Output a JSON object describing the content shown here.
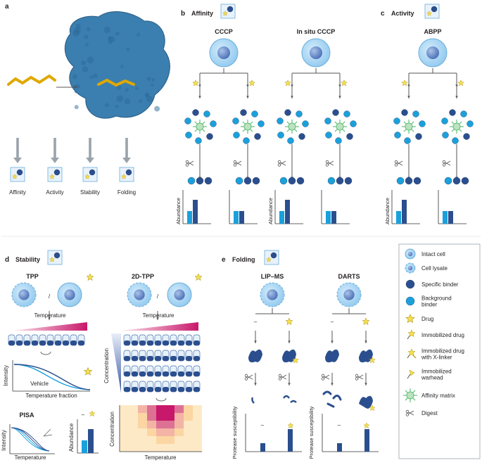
{
  "panels": {
    "a": {
      "letter": "a",
      "methods": [
        "Affinity",
        "Activity",
        "Stability",
        "Folding"
      ]
    },
    "b": {
      "letter": "b",
      "title": "Affinity",
      "methods": [
        "CCCP",
        "In situ CCCP"
      ],
      "axis_label": "Abundance"
    },
    "c": {
      "letter": "c",
      "title": "Activity",
      "methods": [
        "ABPP"
      ],
      "axis_label": "Abundance"
    },
    "d": {
      "letter": "d",
      "title": "Stability",
      "tpp": {
        "title": "TPP",
        "slash": "/",
        "temperature": "Temperature",
        "intensity": "Intensity",
        "vehicle": "Vehicle",
        "xlabel": "Temperature fraction"
      },
      "tpp2d": {
        "title": "2D-TPP",
        "slash": "/",
        "temperature": "Temperature",
        "concentration": "Concentration",
        "heat_y": "Concentration",
        "heat_x": "Temperature"
      },
      "pisa": {
        "title": "PISA",
        "intensity": "Intensity",
        "xlabel": "Temperature",
        "abundance": "Abundance",
        "minus": "–"
      }
    },
    "e": {
      "letter": "e",
      "title": "Folding",
      "methods": [
        "LIP–MS",
        "DARTS"
      ],
      "minus": "–",
      "ylabel": "Protease susceptibility"
    }
  },
  "legend": {
    "items": [
      {
        "key": "intact_cell",
        "label": "Intact cell"
      },
      {
        "key": "cell_lysate",
        "label": "Cell lysate"
      },
      {
        "key": "specific_binder",
        "label": "Specific binder"
      },
      {
        "key": "background_binder",
        "label": "Background binder"
      },
      {
        "key": "drug",
        "label": "Drug"
      },
      {
        "key": "immobilized_drug",
        "label": "Immobilized drug"
      },
      {
        "key": "immobilized_drug_xlinker",
        "label": "Immobilized drug with X-linker"
      },
      {
        "key": "immobilized_warhead",
        "label": "Immobilized warhead"
      },
      {
        "key": "affinity_matrix",
        "label": "Affinity matrix"
      },
      {
        "key": "digest",
        "label": "Digest"
      }
    ]
  },
  "colors": {
    "dark_blue": "#2b4f8e",
    "light_blue": "#1aa1dc",
    "cell": "#a9d4f0",
    "drug": "#f4e04d",
    "matrix": "#63c07a",
    "protein": "#3b7fb0",
    "heat_hot": "#c8186b",
    "heat_cool": "#fde3b8"
  },
  "chart_data": [
    {
      "type": "bar",
      "panel": "b",
      "method": "CCCP",
      "group": "left",
      "series": [
        {
          "values": [
            0.45,
            0.85
          ]
        }
      ]
    },
    {
      "type": "bar",
      "panel": "b",
      "method": "CCCP",
      "group": "right",
      "series": [
        {
          "values": [
            0.45,
            0.45
          ]
        }
      ]
    },
    {
      "type": "bar",
      "panel": "b",
      "method": "In situ CCCP",
      "group": "left",
      "series": [
        {
          "values": [
            0.45,
            0.85
          ]
        }
      ]
    },
    {
      "type": "bar",
      "panel": "b",
      "method": "In situ CCCP",
      "group": "right",
      "series": [
        {
          "values": [
            0.45,
            0.45
          ]
        }
      ]
    },
    {
      "type": "bar",
      "panel": "c",
      "method": "ABPP",
      "group": "left",
      "series": [
        {
          "values": [
            0.45,
            0.85
          ]
        }
      ]
    },
    {
      "type": "bar",
      "panel": "c",
      "method": "ABPP",
      "group": "right",
      "series": [
        {
          "values": [
            0.45,
            0.45
          ]
        }
      ]
    },
    {
      "type": "bar",
      "panel": "d",
      "method": "PISA",
      "series": [
        {
          "values": [
            0.45,
            0.85
          ]
        }
      ]
    },
    {
      "type": "bar",
      "panel": "e",
      "method": "LIP–MS",
      "categories": [
        "–",
        "drug"
      ],
      "values": [
        0.3,
        0.8
      ]
    },
    {
      "type": "bar",
      "panel": "e",
      "method": "DARTS",
      "categories": [
        "–",
        "drug"
      ],
      "values": [
        0.3,
        0.8
      ]
    }
  ]
}
